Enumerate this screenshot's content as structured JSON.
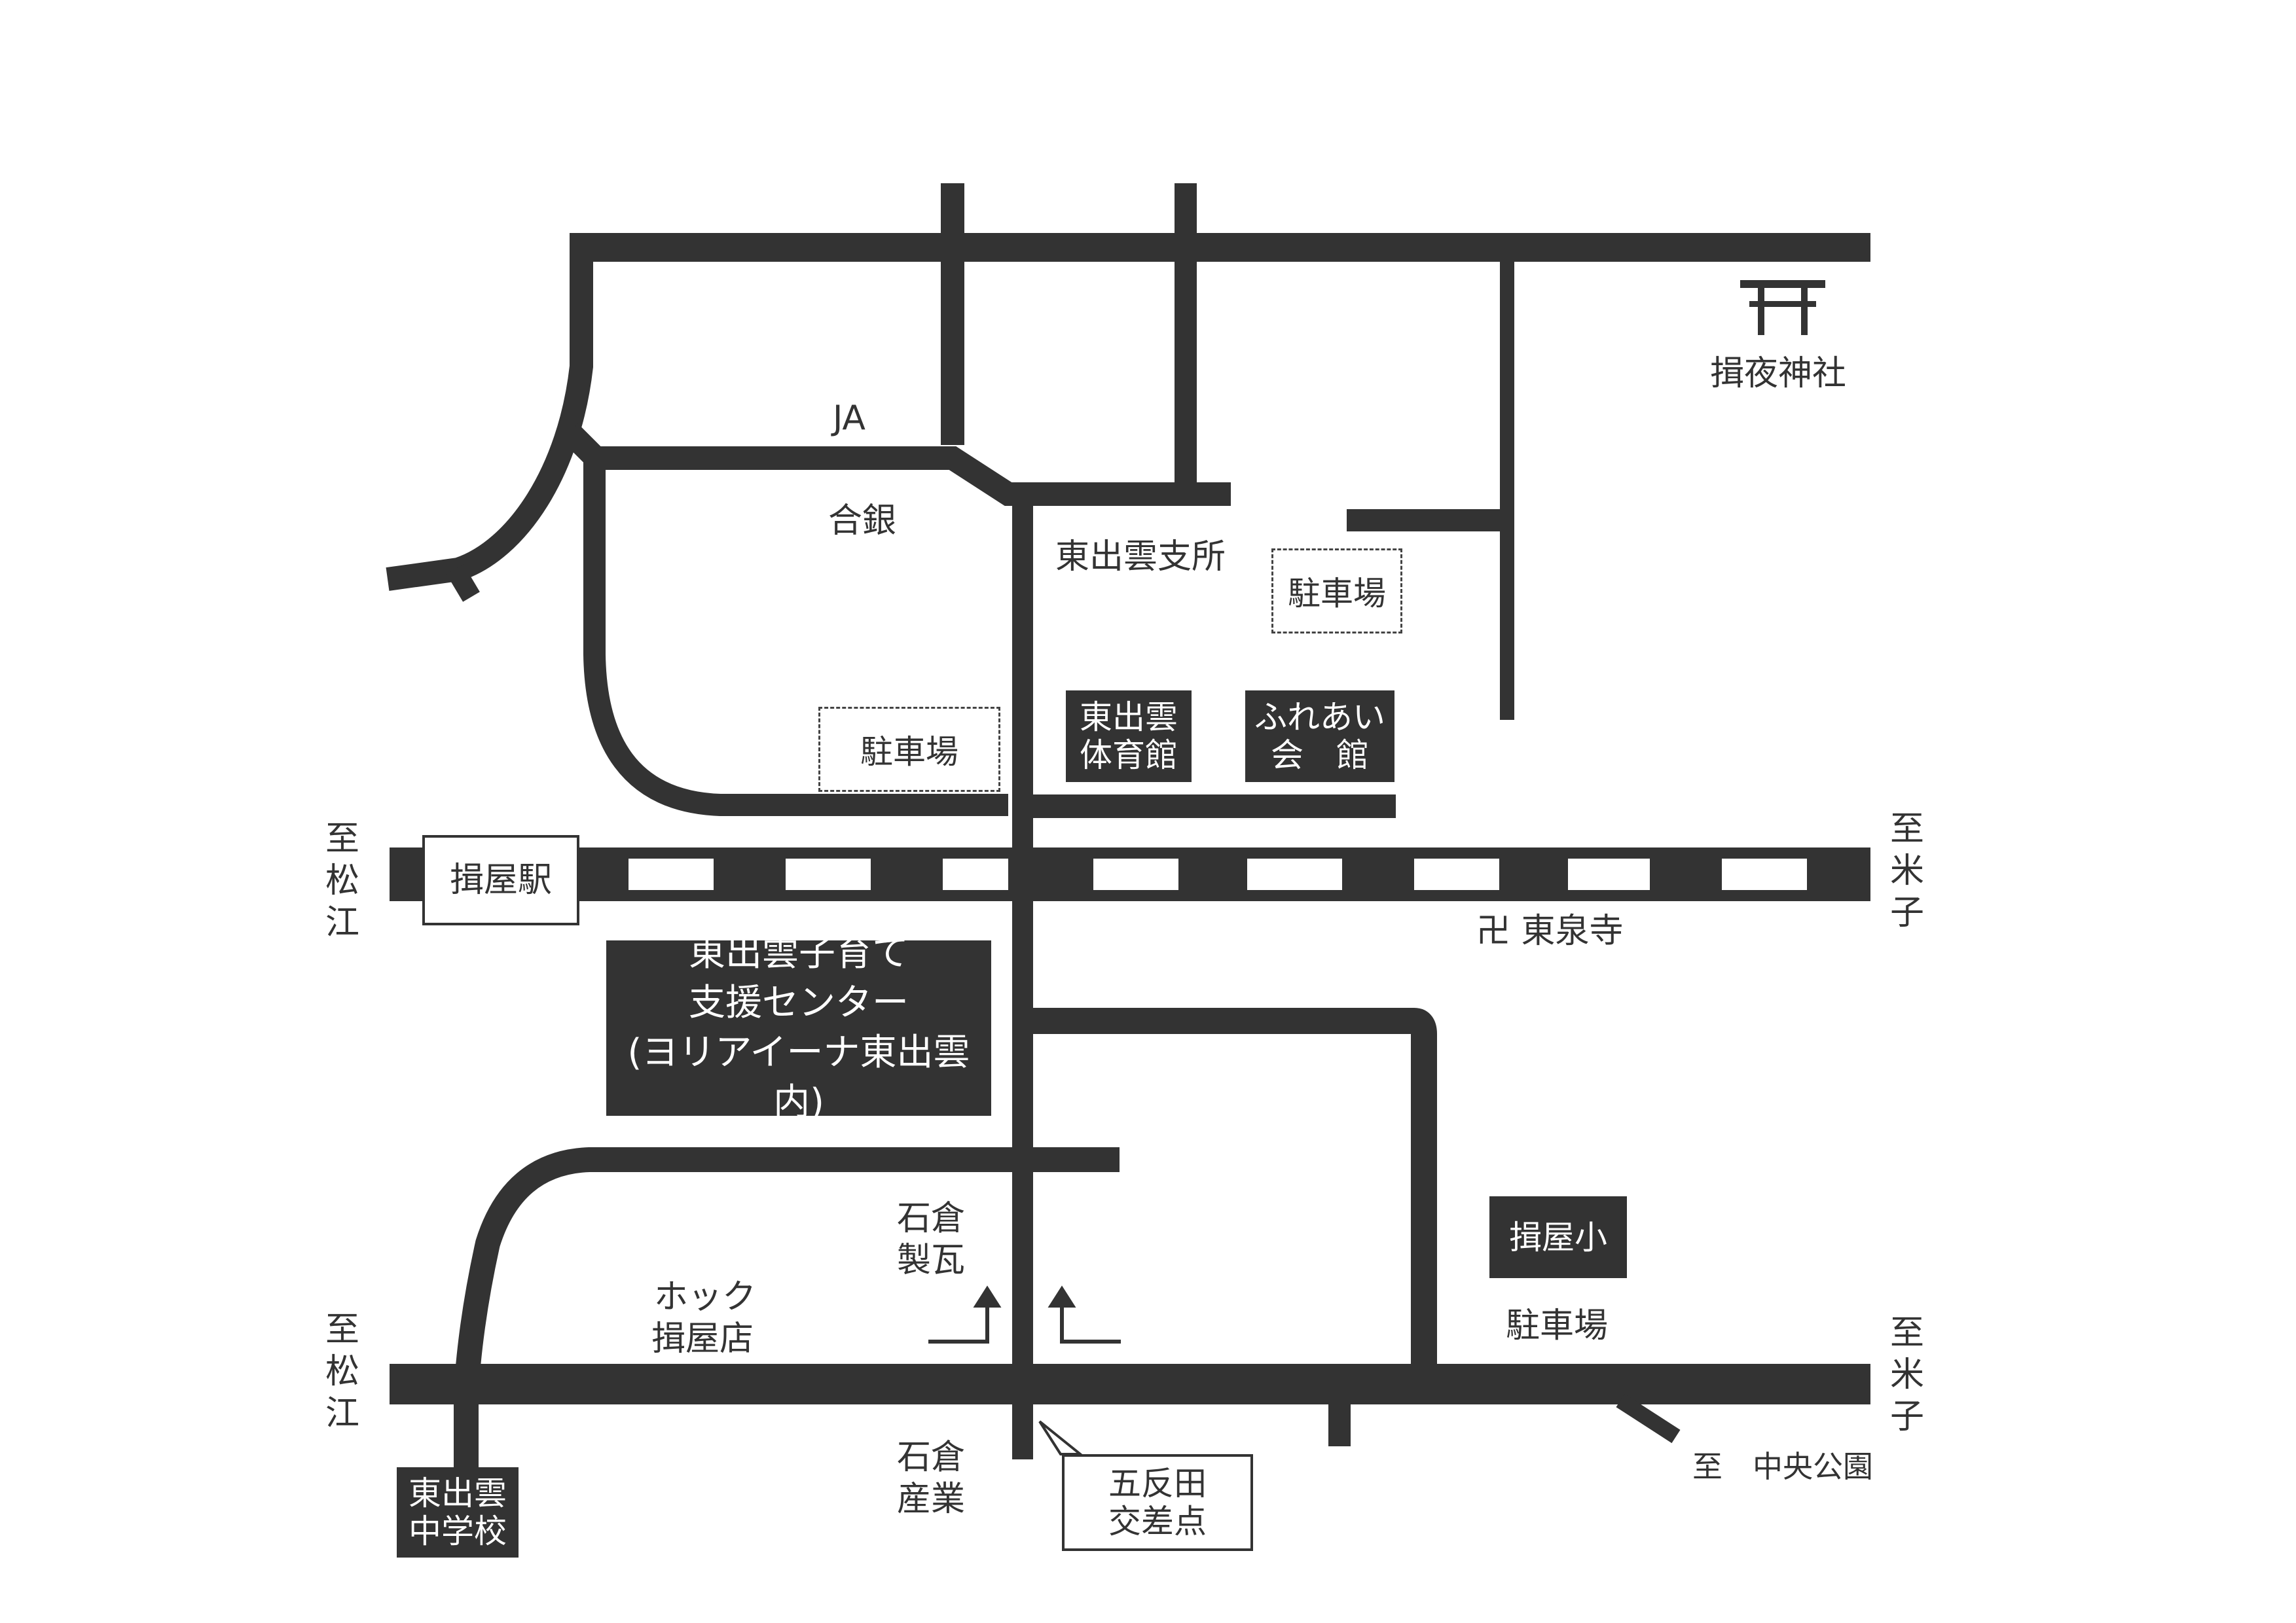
{
  "colors": {
    "road": "#333333",
    "background": "#ffffff",
    "rail_white": "#ffffff"
  },
  "icons": [
    "torii-icon",
    "manji-icon",
    "arrow-up-left-turn-icon",
    "arrow-up-right-turn-icon"
  ],
  "labels": {
    "ja": "JA",
    "gogin": "合銀",
    "shisho": "東出雲支所",
    "shrine": "揖夜神社",
    "parking_north": "駐車場",
    "parking_west": "駐車場",
    "parking_school": "駐車場",
    "temple": "東泉寺",
    "ishikura_seiga_1": "石倉",
    "ishikura_seiga_2": "製瓦",
    "hock_1": "ホック",
    "hock_2": "揖屋店",
    "ishikura_sangyo_1": "石倉",
    "ishikura_sangyo_2": "産業",
    "chuo_koen": "至　中央公園",
    "to_matsue_top": [
      "至",
      "松",
      "江"
    ],
    "to_matsue_bottom": [
      "至",
      "松",
      "江"
    ],
    "to_yonago_top": [
      "至",
      "米",
      "子"
    ],
    "to_yonago_bottom": [
      "至",
      "米",
      "子"
    ]
  },
  "boxes": {
    "gym": [
      "東出雲",
      "体育館"
    ],
    "fureai": [
      "ふれあい",
      "会　館"
    ],
    "station": "揖屋駅",
    "support_center": [
      "東出雲子育て",
      "支援センター",
      "(ヨリアイーナ東出雲内)"
    ],
    "school_elem": "揖屋小",
    "school_middle": [
      "東出雲",
      "中学校"
    ],
    "intersection": [
      "五反田",
      "交差点"
    ]
  }
}
